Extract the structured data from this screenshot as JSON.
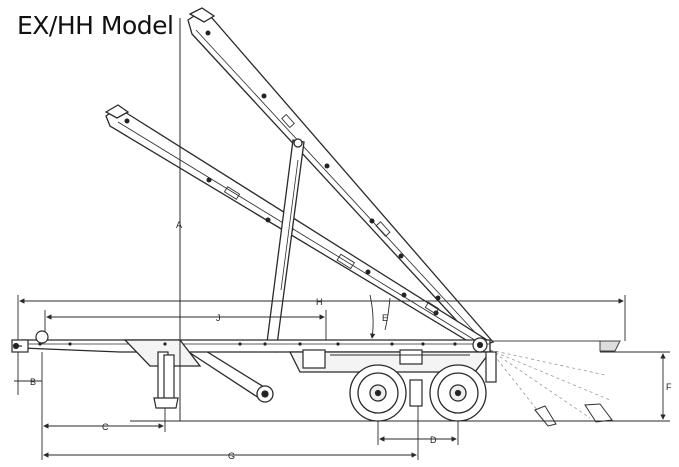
{
  "title": "EX/HH Model",
  "dimensions": {
    "a": "A",
    "b": "B",
    "c": "C",
    "d": "D",
    "e": "E",
    "f": "F",
    "g": "G",
    "h": "H",
    "j": "J"
  },
  "colors": {
    "line": "#2a2a2a",
    "background": "#ffffff"
  }
}
